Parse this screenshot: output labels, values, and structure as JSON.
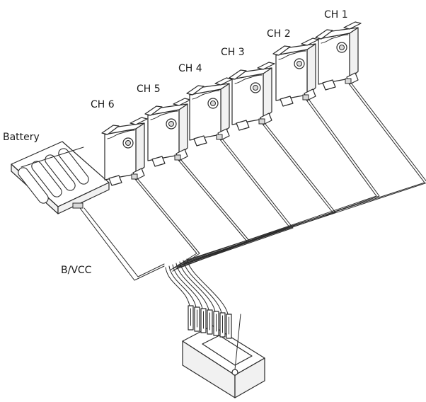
{
  "diagram": {
    "labels": {
      "battery": "Battery",
      "bvcc": "B/VCC"
    },
    "channels": [
      {
        "label": "CH 6"
      },
      {
        "label": "CH 5"
      },
      {
        "label": "CH 4"
      },
      {
        "label": "CH 3"
      },
      {
        "label": "CH 2"
      },
      {
        "label": "CH 1"
      }
    ]
  }
}
